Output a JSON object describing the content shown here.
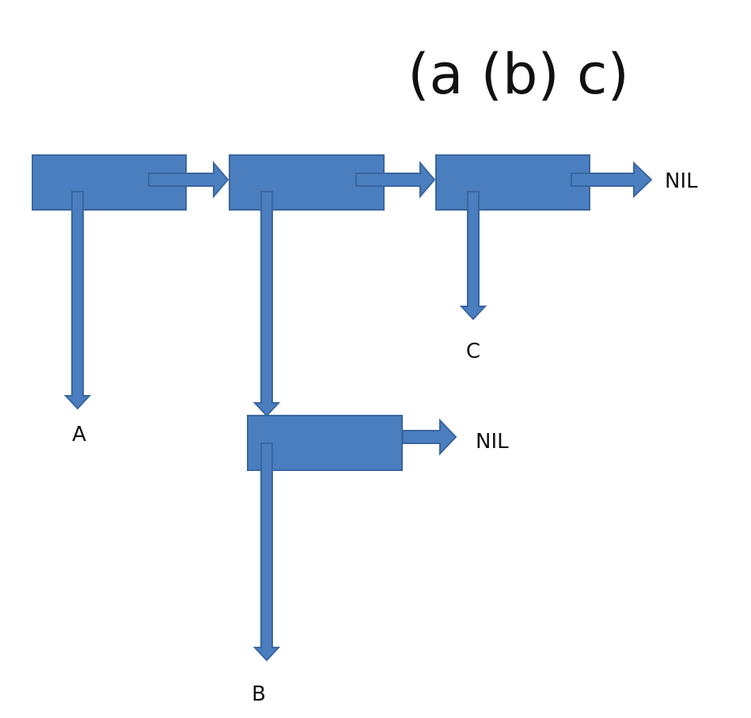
{
  "diagram": {
    "title": "(a (b) c)",
    "labels": {
      "a": "A",
      "b": "B",
      "c": "C",
      "nil_top": "NIL",
      "nil_sub": "NIL"
    },
    "colors": {
      "cell_fill": "#4a7ebe",
      "cell_stroke": "#3a66a0",
      "text": "#111111",
      "background": "#ffffff"
    }
  }
}
